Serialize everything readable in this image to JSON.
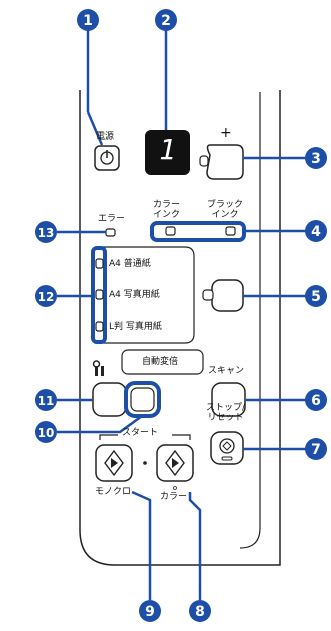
{
  "panel": {
    "power_label": "電源",
    "display_digit": "1",
    "plus_label": "+",
    "error_label": "エラー",
    "color_ink_label": "カラー\nインク",
    "black_ink_label": "ブラック\nインク",
    "paper_options": [
      "A4 普通紙",
      "A4 写真用紙",
      "L判 写真用紙"
    ],
    "auto_zoom_label": "自動変倍",
    "scan_label": "スキャン",
    "stop_reset_label": "ストップ/\nリセット",
    "start_label": "スタート",
    "mono_label": "モノクロ",
    "color_label": "カラー",
    "maintenance_icon": "maintenance-icon"
  },
  "callouts": [
    "1",
    "2",
    "3",
    "4",
    "5",
    "6",
    "7",
    "8",
    "9",
    "10",
    "11",
    "12",
    "13"
  ],
  "colors": {
    "accent": "#1d4fa8",
    "panel_line": "#222222",
    "display_bg": "#111111",
    "display_fg": "#ffffff"
  }
}
